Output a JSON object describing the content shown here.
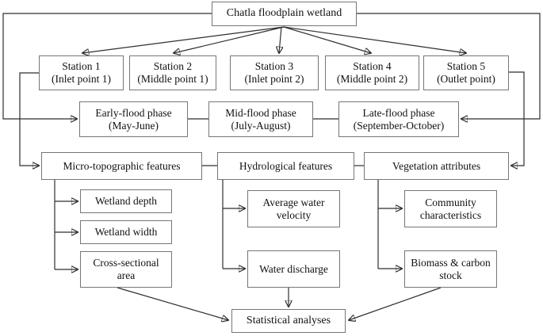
{
  "figure": {
    "type": "flowchart",
    "background": "#ffffff",
    "box_border_color": "#767676",
    "line_color": "#2e2e2e",
    "text_color": "#111111"
  },
  "nodes": {
    "root": "Chatla floodplain wetland",
    "station1": {
      "line1": "Station 1",
      "line2": "(Inlet point 1)"
    },
    "station2": {
      "line1": "Station 2",
      "line2": "(Middle point 1)"
    },
    "station3": {
      "line1": "Station 3",
      "line2": "(Inlet point 2)"
    },
    "station4": {
      "line1": "Station 4",
      "line2": "(Middle point 2)"
    },
    "station5": {
      "line1": "Station 5",
      "line2": "(Outlet point)"
    },
    "early_phase": {
      "line1": "Early-flood phase",
      "line2": "(May-June)"
    },
    "mid_phase": {
      "line1": "Mid-flood phase",
      "line2": "(July-August)"
    },
    "late_phase": {
      "line1": "Late-flood phase",
      "line2": "(September-October)"
    },
    "micro": "Micro-topographic features",
    "hydro": "Hydrological features",
    "veg": "Vegetation attributes",
    "wetland_depth": "Wetland depth",
    "wetland_width": "Wetland width",
    "cross_sectional": "Cross-sectional area",
    "avg_velocity": "Average water velocity",
    "water_discharge": "Water discharge",
    "community": "Community characteristics",
    "biomass": "Biomass & carbon stock",
    "statistical": "Statistical analyses"
  },
  "edges": [
    {
      "from": "root",
      "to": "station1",
      "arrow": true
    },
    {
      "from": "root",
      "to": "station2",
      "arrow": true
    },
    {
      "from": "root",
      "to": "station3",
      "arrow": true
    },
    {
      "from": "root",
      "to": "station4",
      "arrow": true
    },
    {
      "from": "root",
      "to": "station5",
      "arrow": true
    },
    {
      "from": "root",
      "to": "early_phase",
      "arrow": true,
      "route": "left-outer"
    },
    {
      "from": "root",
      "to": "late_phase",
      "arrow": true,
      "route": "right-outer"
    },
    {
      "from": "station1",
      "to": "micro",
      "arrow": true,
      "route": "left-inner"
    },
    {
      "from": "station5",
      "to": "veg",
      "arrow": true,
      "route": "right-inner"
    },
    {
      "from": "early_phase",
      "to": "mid_phase",
      "arrow": false
    },
    {
      "from": "mid_phase",
      "to": "late_phase",
      "arrow": false
    },
    {
      "from": "micro",
      "to": "hydro",
      "arrow": false
    },
    {
      "from": "hydro",
      "to": "veg",
      "arrow": false
    },
    {
      "from": "micro",
      "to": "wetland_depth",
      "arrow": true
    },
    {
      "from": "micro",
      "to": "wetland_width",
      "arrow": true
    },
    {
      "from": "micro",
      "to": "cross_sectional",
      "arrow": true
    },
    {
      "from": "hydro",
      "to": "avg_velocity",
      "arrow": true
    },
    {
      "from": "hydro",
      "to": "water_discharge",
      "arrow": true
    },
    {
      "from": "veg",
      "to": "community",
      "arrow": true
    },
    {
      "from": "veg",
      "to": "biomass",
      "arrow": true
    },
    {
      "from": "cross_sectional",
      "to": "statistical",
      "arrow": true
    },
    {
      "from": "water_discharge",
      "to": "statistical",
      "arrow": true
    },
    {
      "from": "biomass",
      "to": "statistical",
      "arrow": true
    }
  ]
}
